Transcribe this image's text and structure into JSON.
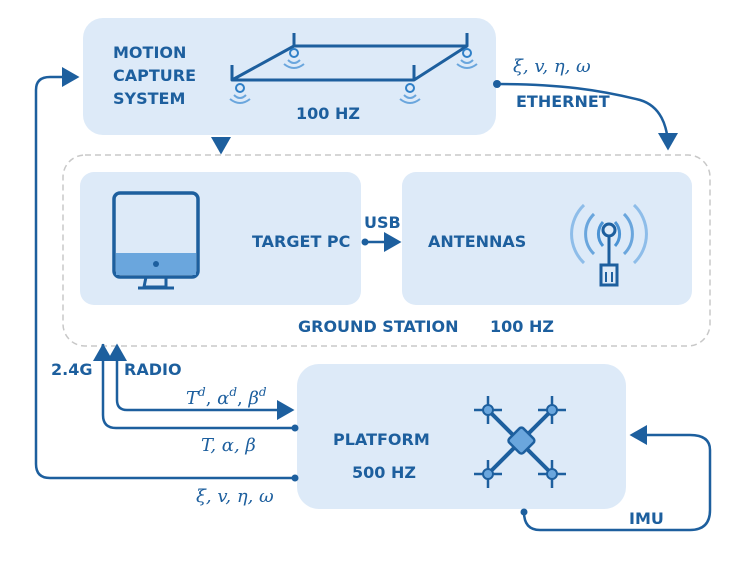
{
  "motion_capture": {
    "line1": "MOTION",
    "line2": "CAPTURE",
    "line3": "SYSTEM",
    "rate": "100 HZ"
  },
  "mocap_link": {
    "vars": "ξ, v, η, ω",
    "label": "ETHERNET"
  },
  "ground_station": {
    "label": "GROUND STATION",
    "rate": "100 HZ"
  },
  "target_pc": {
    "label": "TARGET PC"
  },
  "usb": {
    "label": "USB"
  },
  "antennas": {
    "label": "ANTENNAS"
  },
  "radio": {
    "band": "2.4G",
    "label": "RADIO"
  },
  "platform": {
    "label": "PLATFORM",
    "rate": "500 HZ"
  },
  "signals": {
    "desired_T": "T",
    "desired_alpha": "α",
    "desired_beta": "β",
    "desired_sup": "d",
    "sep": ", ",
    "feedback": "T, α, β",
    "state": "ξ, v, η, ω"
  },
  "imu": {
    "label": "IMU"
  },
  "icons": [
    "monitor-icon",
    "antenna-signal-icon",
    "mocap-camera-icon",
    "quadrotor-icon"
  ],
  "colors": {
    "primary": "#1d5f9e",
    "accent": "#2f80c8",
    "panel": "#ddeaf8",
    "dashed": "#c8c8c8"
  }
}
